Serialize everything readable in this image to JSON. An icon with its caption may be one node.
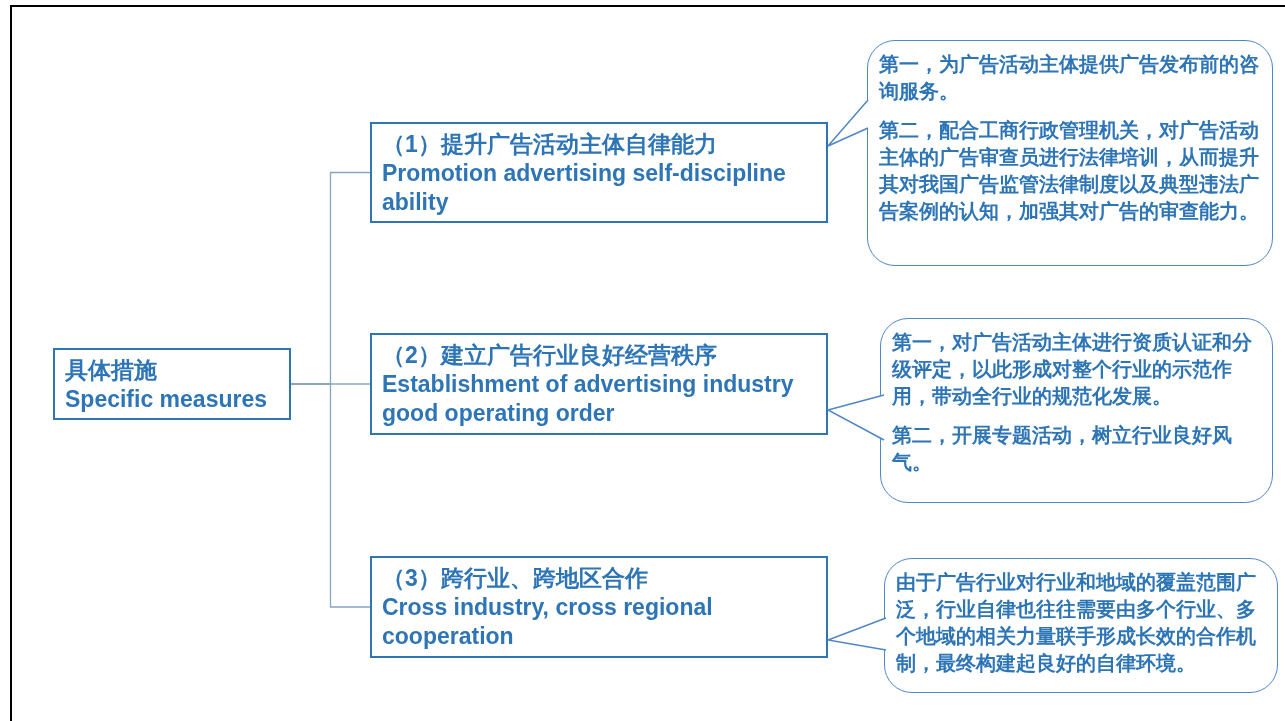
{
  "diagram": {
    "nodes": [
      {
        "text": [
          "具体措施",
          "Specific measures"
        ]
      },
      {
        "text": [
          "（1）提升广告活动主体自律能力",
          "Promotion advertising self-discipline ability"
        ]
      },
      {
        "text": [
          "（2）建立广告行业良好经营秩序",
          "Establishment of advertising industry good operating order"
        ]
      },
      {
        "text": [
          "（3）跨行业、跨地区合作",
          "Cross industry, cross regional cooperation"
        ]
      },
      {
        "text": [
          "第一，为广告活动主体提供广告发布前的咨询服务。",
          "第二，配合工商行政管理机关，对广告活动主体的广告审查员进行法律培训，从而提升其对我国广告监管法律制度以及典型违法广告案例的认知，加强其对广告的审查能力。"
        ]
      },
      {
        "text": [
          "第一，对广告活动主体进行资质认证和分级评定，以此形成对整个行业的示范作用，带动全行业的规范化发展。",
          "第二，开展专题活动，树立行业良好风气。"
        ]
      },
      {
        "text": [
          "由于广告行业对行业和地域的覆盖范围广泛，行业自律也往往需要由多个行业、多个地域的相关力量联手形成长效的合作机制，最终构建起良好的自律环境。"
        ]
      }
    ],
    "edges": [
      {
        "from": 0,
        "to": 1,
        "arrow": "none"
      },
      {
        "from": 0,
        "to": 2,
        "arrow": "none"
      },
      {
        "from": 0,
        "to": 3,
        "arrow": "none"
      },
      {
        "from": 4,
        "to": 1,
        "arrow": "to"
      },
      {
        "from": 5,
        "to": 2,
        "arrow": "to"
      },
      {
        "from": 6,
        "to": 3,
        "arrow": "to"
      }
    ]
  }
}
